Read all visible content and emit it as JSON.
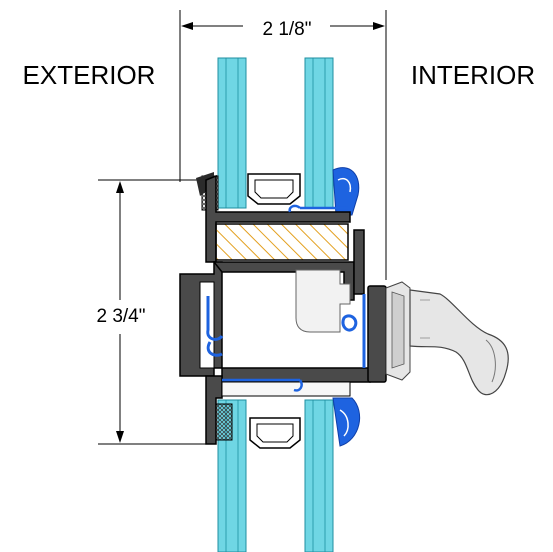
{
  "labels": {
    "exterior": "EXTERIOR",
    "interior": "INTERIOR",
    "width_dim": "2 1/8\"",
    "height_dim": "2 3/4\""
  },
  "colors": {
    "glass": "#6fd6e4",
    "glass_edge": "#1f8fa0",
    "frame": "#4a4a4a",
    "frame_dark": "#2b2b2b",
    "gasket": "#1e63e0",
    "spacer_fill": "#f4c35a",
    "handle": "#e6e6e6"
  },
  "icons": {
    "handle": "window-handle-icon",
    "setting-block": "setting-block-icon"
  }
}
